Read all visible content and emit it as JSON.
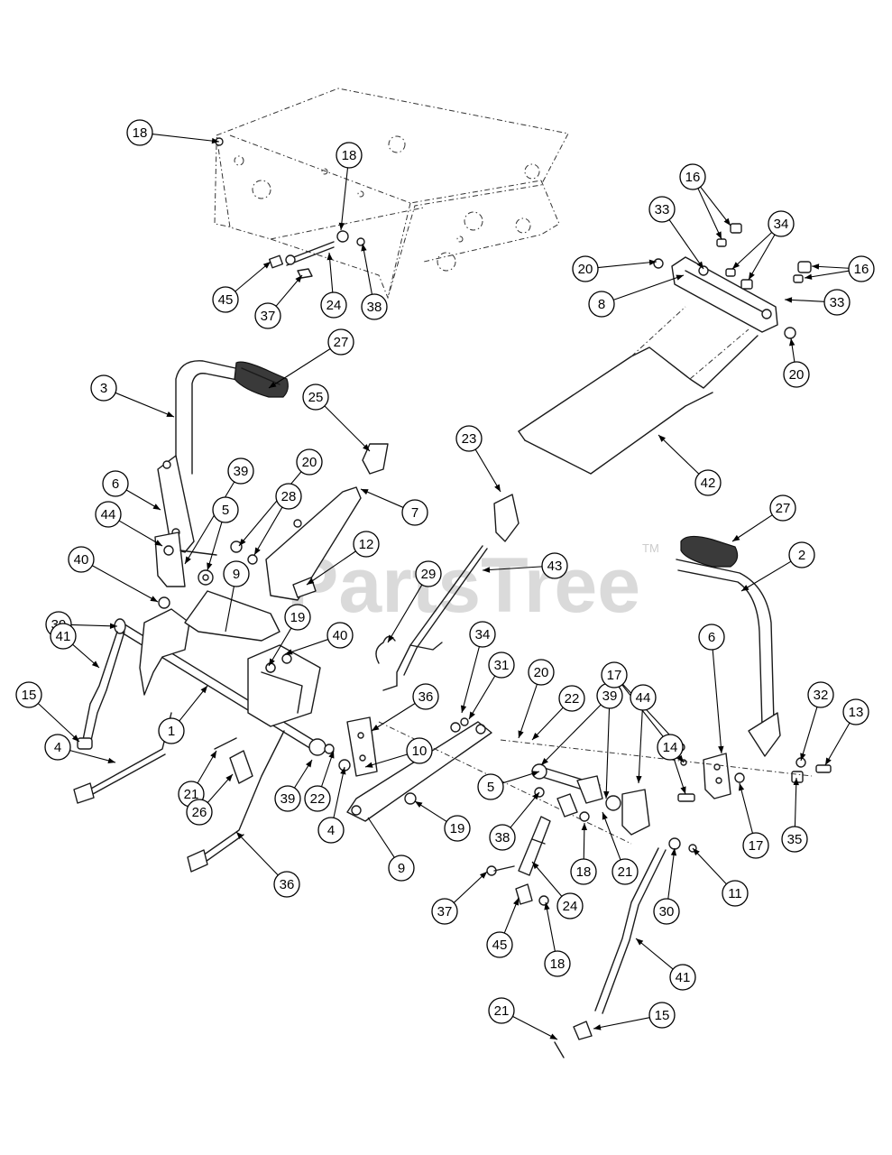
{
  "watermark": {
    "text": "PartsTree",
    "tm": "TM"
  },
  "colors": {
    "line": "#1a1a1a",
    "callout_fill": "#ffffff",
    "watermark": "#d4d4d4"
  },
  "callouts": [
    "18",
    "18",
    "45",
    "37",
    "24",
    "38",
    "16",
    "33",
    "34",
    "20",
    "8",
    "16",
    "33",
    "20",
    "27",
    "3",
    "25",
    "7",
    "6",
    "39",
    "20",
    "28",
    "44",
    "5",
    "9",
    "12",
    "40",
    "39",
    "41",
    "19",
    "40",
    "15",
    "1",
    "4",
    "21",
    "26",
    "39",
    "22",
    "36",
    "4",
    "36",
    "10",
    "9",
    "19",
    "23",
    "29",
    "43",
    "34",
    "31",
    "20",
    "22",
    "39",
    "44",
    "5",
    "42",
    "27",
    "2",
    "6",
    "17",
    "32",
    "13",
    "14",
    "38",
    "18",
    "21",
    "37",
    "24",
    "45",
    "18",
    "11",
    "30",
    "17",
    "35",
    "41",
    "21",
    "15"
  ]
}
